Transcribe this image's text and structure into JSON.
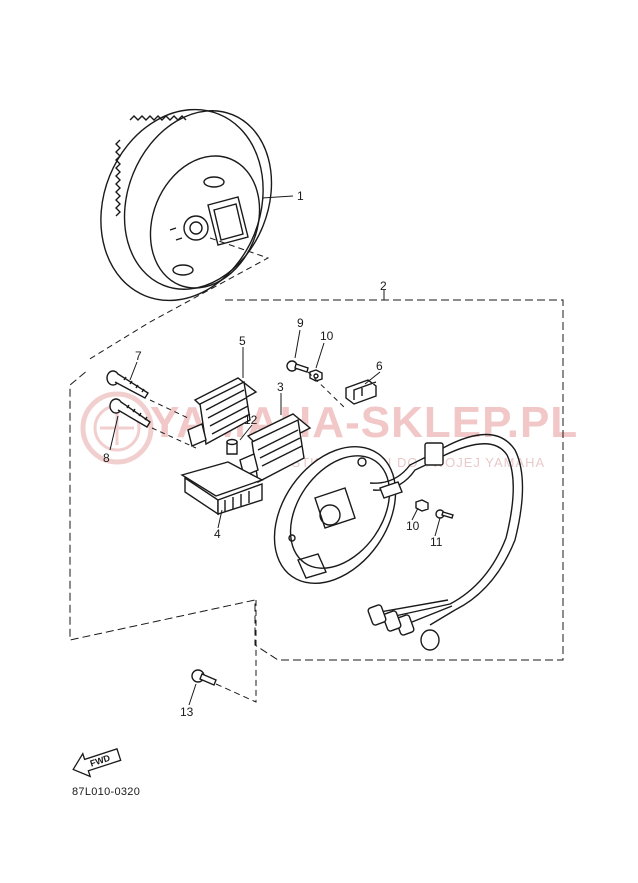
{
  "diagram": {
    "part_labels": [
      "1",
      "2",
      "3",
      "4",
      "5",
      "6",
      "7",
      "8",
      "9",
      "10",
      "10",
      "11",
      "12",
      "13"
    ],
    "fwd_label": "FWD",
    "drawing_code": "87L010-0320"
  },
  "watermark": {
    "text": "YAMAHA-SKLEP.PL",
    "subtext": "WSZYSTKIE CZESCI DO TWOJEJ YAMAHA"
  },
  "colors": {
    "line": "#1a1a1a",
    "watermark": "#e9a8a8"
  }
}
